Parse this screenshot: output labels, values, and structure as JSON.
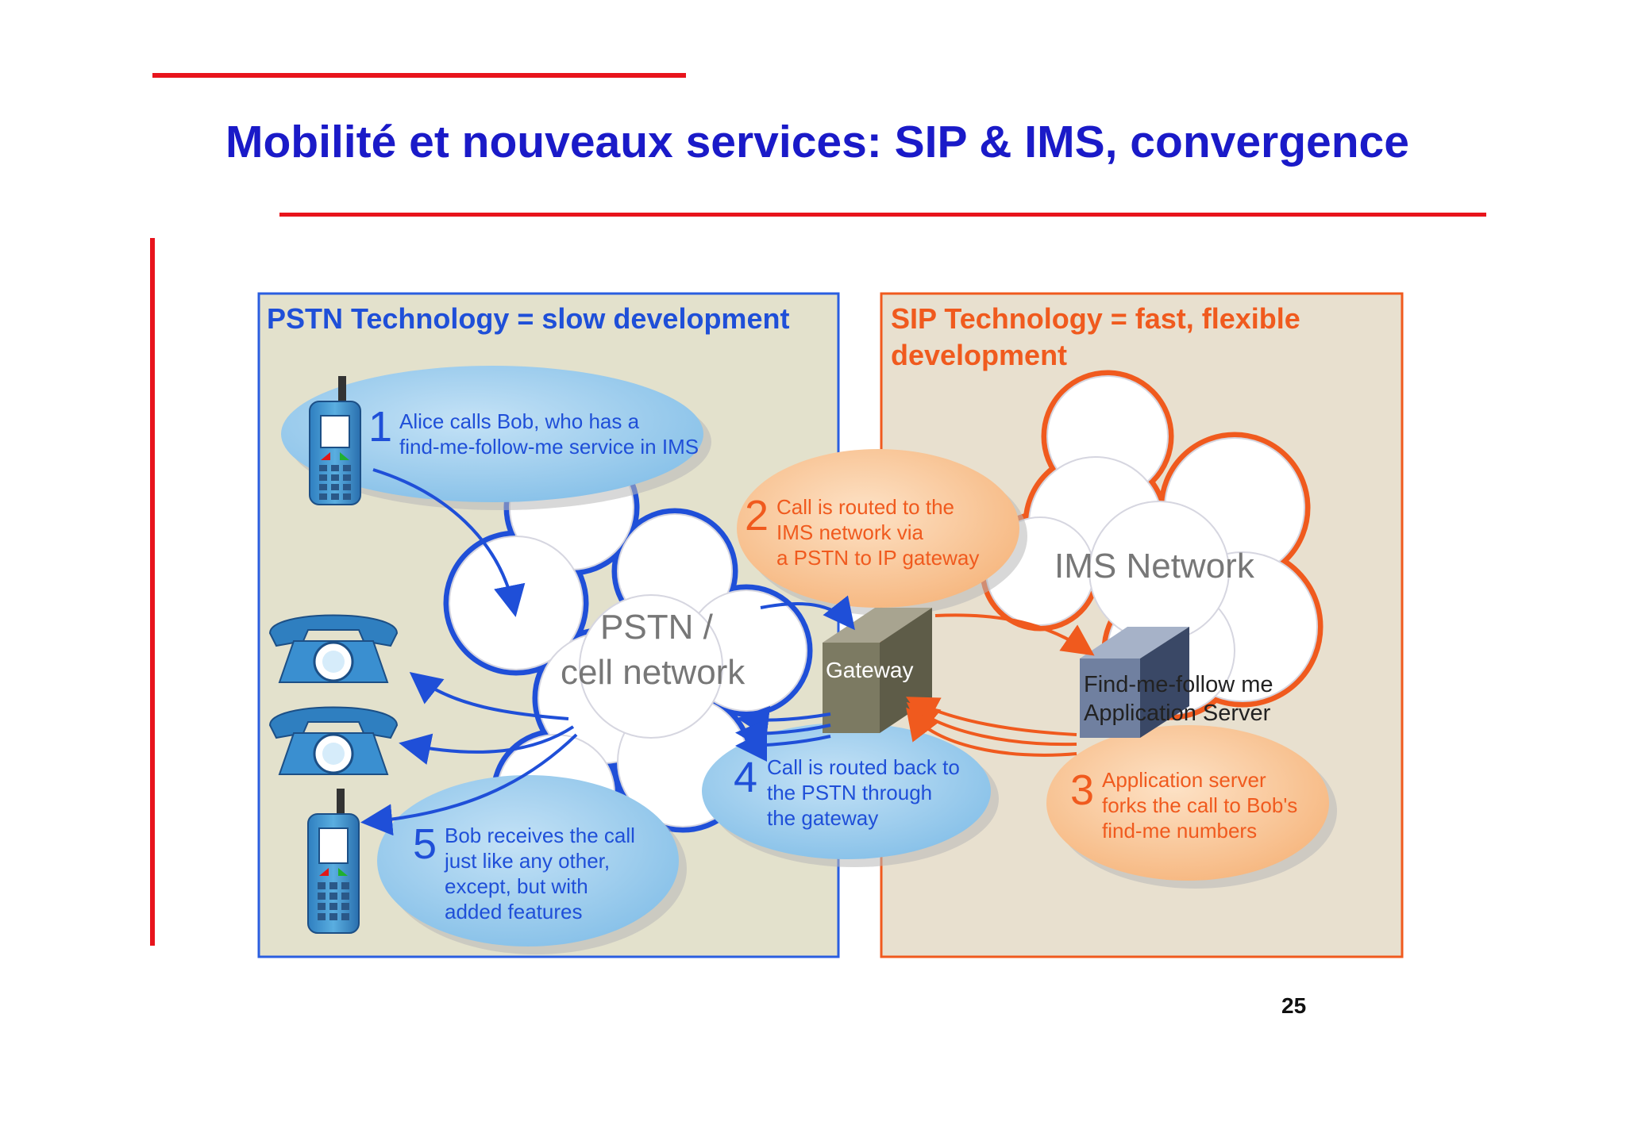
{
  "slide": {
    "title": "Mobilité et nouveaux services: SIP & IMS, convergence",
    "page_number": "25"
  },
  "colors": {
    "accent_red": "#e8141c",
    "title_blue": "#1a1ac8",
    "pstn_blue": "#1f4fd8",
    "sip_orange": "#f05a1e",
    "panel_bg": "#e3e1cc"
  },
  "diagram": {
    "pstn_panel": {
      "heading": "PSTN Technology = slow development"
    },
    "sip_panel": {
      "heading_line1": "SIP Technology = fast, flexible",
      "heading_line2": "development"
    },
    "pstn_cloud": {
      "line1": "PSTN /",
      "line2": "cell network"
    },
    "ims_cloud": {
      "label": "IMS Network"
    },
    "gateway": {
      "label": "Gateway"
    },
    "app_server": {
      "line1": "Find-me-follow me",
      "line2": "Application Server"
    },
    "steps": [
      {
        "number": "1",
        "lines": [
          "Alice calls Bob, who has a",
          "find-me-follow-me service in IMS"
        ]
      },
      {
        "number": "2",
        "lines": [
          "Call is routed to the",
          "IMS network via",
          "a PSTN to IP gateway"
        ]
      },
      {
        "number": "3",
        "lines": [
          "Application server",
          "forks the call to Bob's",
          "find-me numbers"
        ]
      },
      {
        "number": "4",
        "lines": [
          "Call is routed back to",
          "the PSTN through",
          "the gateway"
        ]
      },
      {
        "number": "5",
        "lines": [
          "Bob receives the call",
          "just like any other,",
          "except, but with",
          "added features"
        ]
      }
    ],
    "icons": [
      "mobile-phone-icon",
      "desk-phone-icon",
      "desk-phone-icon",
      "mobile-phone-icon"
    ]
  }
}
